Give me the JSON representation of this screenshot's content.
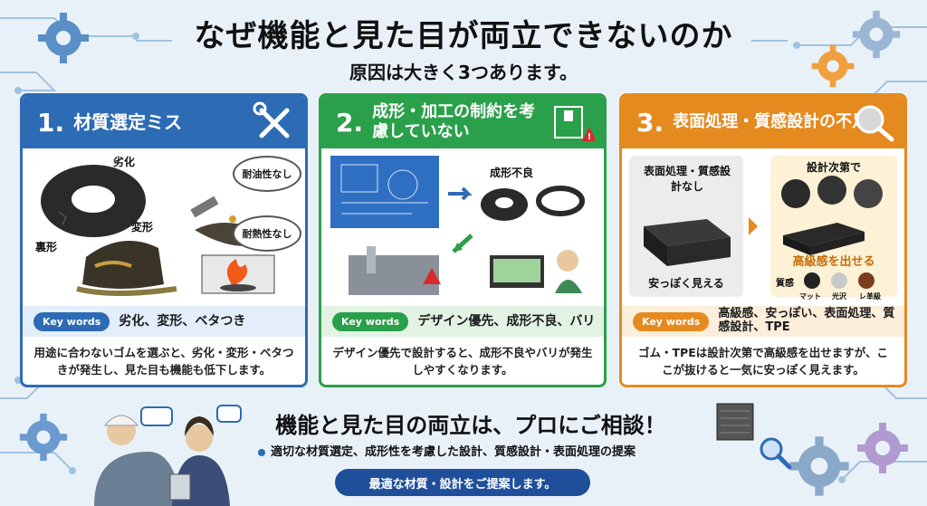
{
  "header": {
    "title": "なぜ機能と見た目が両立できないのか",
    "subtitle": "原因は大きく3つあります。"
  },
  "panels": [
    {
      "number": "1.",
      "title": "材質選定ミス",
      "image_labels": {
        "deterioration": "劣化",
        "deformation": "変形",
        "warp": "裏形",
        "oil_bubble": "耐油性なし",
        "heat_bubble": "耐熱性なし"
      },
      "keywords_label": "Key words",
      "keywords": "劣化、変形、ベタつき",
      "description": "用途に合わないゴムを選ぶと、劣化・変形・ベタつきが発生し、見た目も機能も低下します。",
      "accent": "#2d6bb5"
    },
    {
      "number": "2.",
      "title": "成形・加工の制約を考慮していない",
      "image_labels": {
        "defect": "成形不良"
      },
      "keywords_label": "Key words",
      "keywords": "デザイン優先、成形不良、バリ",
      "description": "デザイン優先で設計すると、成形不良やバリが発生しやすくなります。",
      "accent": "#2aa04a"
    },
    {
      "number": "3.",
      "title": "表面処理・質感設計の不足",
      "image_labels": {
        "left_title": "表面処理・質感設計なし",
        "left_caption": "安っぽく見える",
        "right_title": "設計次第で",
        "right_caption": "高級感を出せる",
        "texture_label": "質感",
        "swatches": [
          "マット",
          "光沢",
          "レ革級"
        ]
      },
      "keywords_label": "Key words",
      "keywords": "高級感、安っぽい、表面処理、質感設計、TPE",
      "description": "ゴム・TPEは設計次第で高級感を出せますが、ここが抜けると一気に安っぽく見えます。",
      "accent": "#e58a1f"
    }
  ],
  "cta": {
    "title": "機能と見た目の両立は、プロにご相談！",
    "point": "適切な材質選定、成形性を考慮した設計、質感設計・表面処理の提案",
    "button": "最適な材質・設計をご提案します。"
  },
  "colors": {
    "background": "#e9f1f8",
    "blue": "#2d6bb5",
    "green": "#2aa04a",
    "orange": "#e58a1f",
    "navy": "#1f4f9a"
  }
}
